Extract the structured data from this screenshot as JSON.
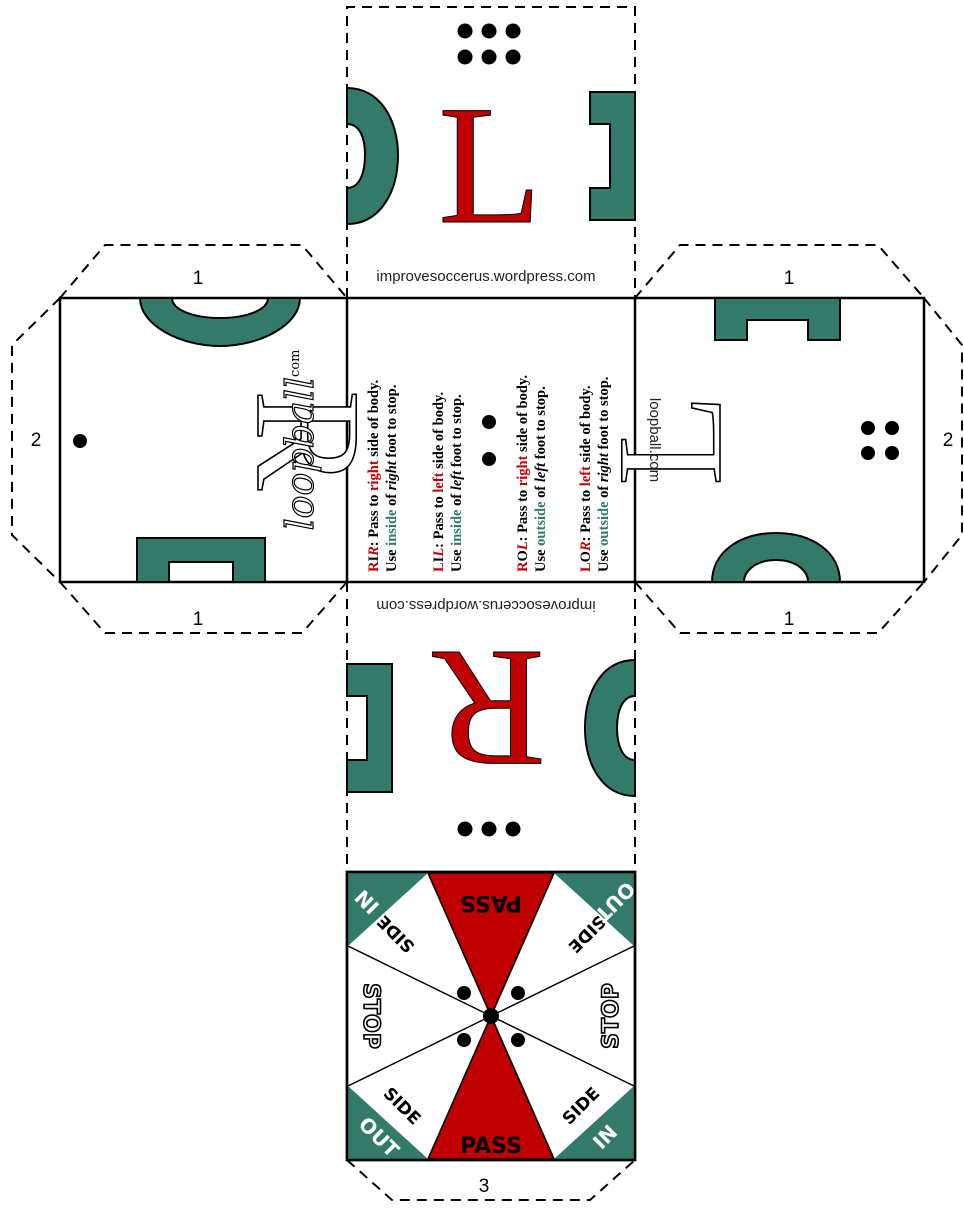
{
  "labels": {
    "left_top": "1",
    "left_bottom": "1",
    "left_side": "2",
    "right_top": "1",
    "right_bottom": "1",
    "right_side": "2",
    "bottom": "3"
  },
  "url_top": "improvesoccerus.wordpress.com",
  "url_bottom": "improvesoccerus.wordpress.com",
  "url_right": "loopball.com",
  "brand": {
    "main": "loopball",
    "suffix": "com"
  },
  "faces": {
    "top_letter": "L",
    "left_letter": "R",
    "right_letter": "L",
    "bottom_letter": "R"
  },
  "rules": [
    {
      "code_a": "R",
      "code_b": "I",
      "code_c": "R",
      "line1_pre": ": Pass to ",
      "line1_dir": "right",
      "line1_post": " side of body.",
      "line2_pre": "Use ",
      "line2_kind": "inside",
      "line2_mid": " of ",
      "line2_foot": "right",
      "line2_post": " foot to stop."
    },
    {
      "code_a": "L",
      "code_b": "I",
      "code_c": "L",
      "line1_pre": ": Pass to ",
      "line1_dir": "left",
      "line1_post": " side of body.",
      "line2_pre": "Use ",
      "line2_kind": "inside",
      "line2_mid": " of ",
      "line2_foot": "left",
      "line2_post": " foot to stop."
    },
    {
      "code_a": "R",
      "code_b": "O",
      "code_c": "L",
      "line1_pre": ": Pass to ",
      "line1_dir": "right",
      "line1_post": " side of body.",
      "line2_pre": "Use ",
      "line2_kind": "outside",
      "line2_mid": " of ",
      "line2_foot": "left",
      "line2_post": " foot to stop."
    },
    {
      "code_a": "L",
      "code_b": "O",
      "code_c": "R",
      "line1_pre": ": Pass to ",
      "line1_dir": "left",
      "line1_post": " side of body.",
      "line2_pre": "Use ",
      "line2_kind": "outside",
      "line2_mid": " of ",
      "line2_foot": "right",
      "line2_post": " foot to stop."
    }
  ],
  "wheel": {
    "pass_top": "PASS",
    "pass_bottom": "PASS",
    "stop_left": "STOP",
    "stop_right": "STOP",
    "side": "SIDE",
    "in": "IN",
    "out": "OUT"
  },
  "colors": {
    "red": "#c00000",
    "teal": "#347a6a"
  }
}
